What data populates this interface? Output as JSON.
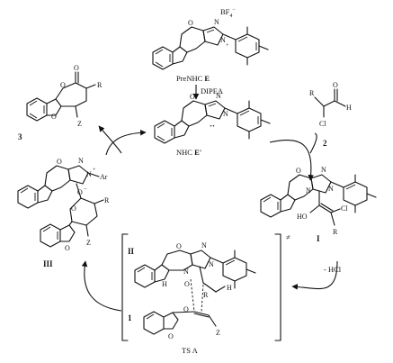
{
  "labels": {
    "prenhc_counterion": "BF",
    "prenhc_counterion_sub": "4",
    "prenhc_counterion_sup": "−",
    "prenhc_name": "PreNHC ",
    "prenhc_letter": "E",
    "base": "DIPEA",
    "nhc_name": "NHC ",
    "nhc_letter": "E'",
    "product_number": "3",
    "aldehyde_number": "2",
    "breslow_number": "I",
    "intermediate_iii": "III",
    "ts_label": "TS A",
    "bracket_ii": "II",
    "bracket_1": "1",
    "ts_mark": "≠",
    "hcl": "- HCl",
    "carbene_dots": "··"
  },
  "atoms": {
    "O": "O",
    "N": "N",
    "N_plus": "+",
    "Ar": "Ar",
    "R": "R",
    "Z": "Z",
    "H": "H",
    "Cl": "Cl",
    "HO": "HO",
    "O_minus": "O",
    "minus": "−"
  },
  "colors": {
    "ink": "#111111",
    "background": "#ffffff"
  }
}
